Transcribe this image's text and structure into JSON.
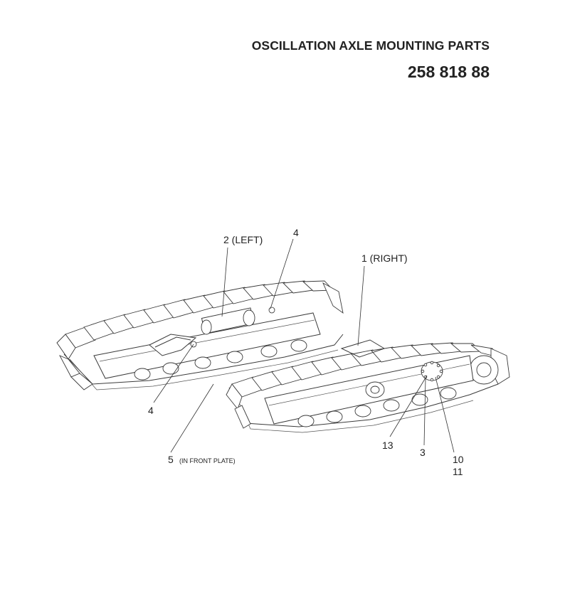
{
  "header": {
    "title": "OSCILLATION AXLE MOUNTING PARTS",
    "part_number": "258 818 88"
  },
  "callouts": {
    "left_frame": "2 (LEFT)",
    "top_four": "4",
    "right_frame": "1 (RIGHT)",
    "lower_four": "4",
    "front_plate_number": "5",
    "front_plate_note": "(IN FRONT PLATE)",
    "item_13": "13",
    "item_3": "3",
    "item_10": "10",
    "item_11": "11"
  }
}
